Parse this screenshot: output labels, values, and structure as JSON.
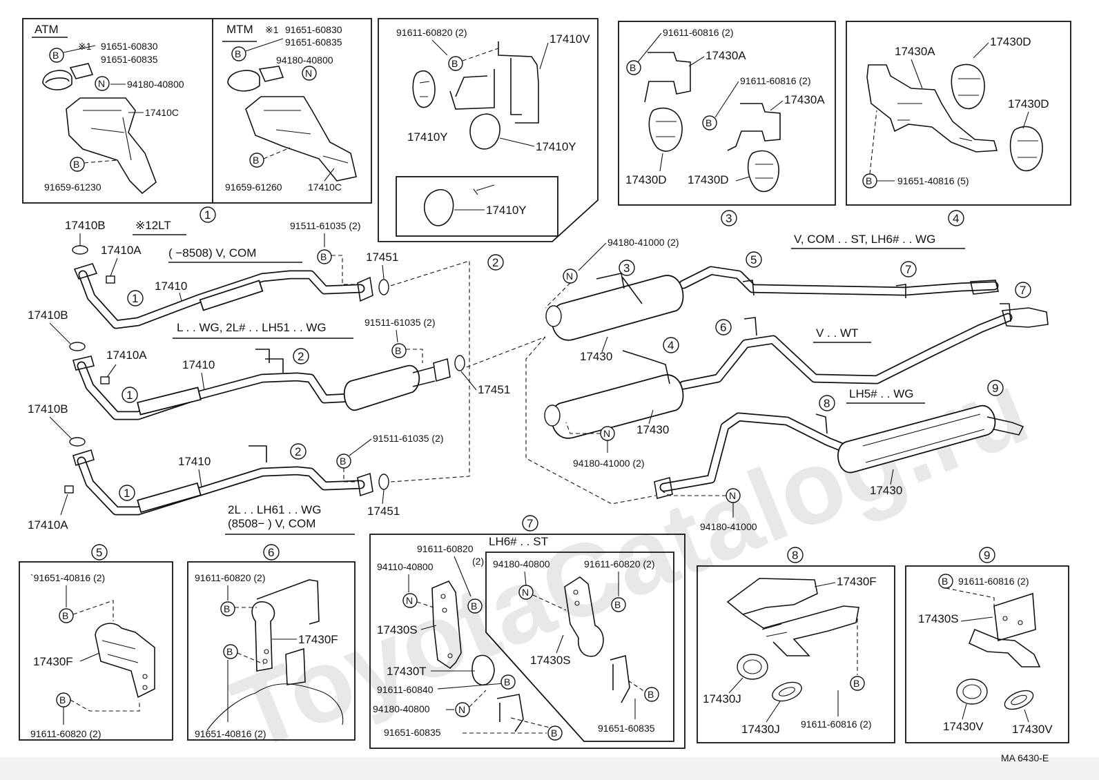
{
  "watermark": "ToyotaCatalog.ru",
  "footer_code": "MA  6430-E",
  "insets": {
    "atm": {
      "title": "ATM",
      "note": "※1",
      "pn_bolt_a": "91651-60830",
      "pn_bolt_b": "91651-60835",
      "pn_nut": "94180-40800",
      "part": "17410C",
      "pn_bottom": "91659-61230",
      "letter_b": "B",
      "letter_n": "N"
    },
    "mtm": {
      "title": "MTM",
      "note": "※1",
      "pn_bolt_a": "91651-60830",
      "pn_bolt_b": "91651-60835",
      "pn_nut": "94180-40800",
      "part": "17410C",
      "pn_bottom": "91659-61260"
    },
    "i1": {
      "num": "1"
    },
    "i2": {
      "num": "2",
      "pn_bolt": "91611-60820 (2)",
      "part_bracket": "17410V",
      "part_y1": "17410Y",
      "part_y2": "17410Y",
      "part_y3": "17410Y"
    },
    "i3": {
      "num": "3",
      "pn_bolt1": "91611-60816 (2)",
      "part_a1": "17430A",
      "pn_bolt2": "91611-60816 (2)",
      "part_a2": "17430A",
      "part_d1": "17430D",
      "part_d2": "17430D"
    },
    "i4": {
      "num": "4",
      "part_a": "17430A",
      "part_d1": "17430D",
      "part_d2": "17430D",
      "pn_bolt": "91651-40816 (5)"
    },
    "i5": {
      "num": "5",
      "pn_top": "`91651-40816 (2)",
      "part": "17430F",
      "pn_bottom": "91611-60820 (2)"
    },
    "i6": {
      "num": "6",
      "pn_top": "91611-60820 (2)",
      "part": "17430F",
      "pn_bottom": "91651-40816 (2)"
    },
    "i7": {
      "num": "7",
      "pn_bolt_top": "91611-60820",
      "pn_bolt_top_qty": "(2)",
      "pn_nut_left": "94110-40800",
      "part_s": "17430S",
      "part_t": "17430T",
      "pn_840": "91611-60840",
      "pn_nut2": "94180-40800",
      "pn_835": "91651-60835",
      "sub_title": "LH6# . . ST",
      "sub_nut": "94180-40800",
      "sub_bolt": "91611-60820 (2)",
      "sub_part_s": "17430S",
      "sub_pn_835": "91651-60835"
    },
    "i8": {
      "num": "8",
      "part_f": "17430F",
      "part_j1": "17430J",
      "part_j2": "17430J",
      "pn_bolt": "91611-60816 (2)"
    },
    "i9": {
      "num": "9",
      "pn_bolt": "91611-60816 (2)",
      "part_s": "17430S",
      "part_v1": "17430V",
      "part_v2": "17430V"
    }
  },
  "main": {
    "row1": {
      "gasket": "17410B",
      "nut": "17410A",
      "pipe": "17410",
      "note": "※12LT",
      "variant": "(        −8508) V, COM",
      "pn_bolt": "91511-61035 (2)",
      "gasket2": "17451",
      "callout_1": "1",
      "callout_2": "2"
    },
    "row2": {
      "gasket": "17410B",
      "nut": "17410A",
      "pipe": "17410",
      "variant": "L . . WG, 2L# . . LH51 . . WG",
      "pn_bolt": "91511-61035 (2)",
      "gasket2": "17451",
      "callout_1": "1",
      "callout_2": "2"
    },
    "row3": {
      "gasket": "17410B",
      "nut": "17410A",
      "pipe": "17410",
      "variant_l1": "2L . . LH61 . . WG",
      "variant_l2": "(8508−         ) V, COM",
      "pn_bolt": "91511-61035 (2)",
      "gasket2": "17451",
      "callout_1": "1",
      "callout_2": "2"
    },
    "right": {
      "pn_nut_top": "94180-41000 (2)",
      "variant_top": "V, COM . . ST, LH6# . . WG",
      "variant_mid": "V . . WT",
      "variant_low": "LH5# . . WG",
      "muffler1": "17430",
      "muffler2": "17430",
      "muffler3": "17430",
      "pn_nut_mid": "94180-41000 (2)",
      "pn_nut_low": "94180-41000",
      "c3": "3",
      "c4": "4",
      "c5": "5",
      "c6": "6",
      "c7a": "7",
      "c7b": "7",
      "c8": "8",
      "c9": "9"
    }
  }
}
